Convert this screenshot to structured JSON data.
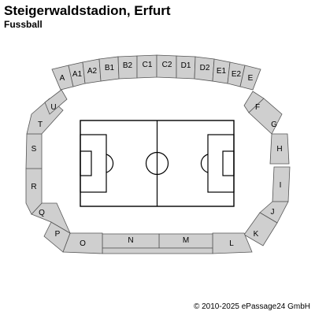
{
  "header": {
    "title": "Steigerwaldstadion, Erfurt",
    "subtitle": "Fussball"
  },
  "footer": {
    "copyright": "© 2010-2025 ePassage24 GmbH"
  },
  "colors": {
    "section_fill": "#cfcfcf",
    "section_stroke": "#555555",
    "field_line": "#000000"
  },
  "sections": [
    {
      "id": "A",
      "label": "A"
    },
    {
      "id": "A1",
      "label": "A1"
    },
    {
      "id": "A2",
      "label": "A2"
    },
    {
      "id": "B1",
      "label": "B1"
    },
    {
      "id": "B2",
      "label": "B2"
    },
    {
      "id": "C1",
      "label": "C1"
    },
    {
      "id": "C2",
      "label": "C2"
    },
    {
      "id": "D1",
      "label": "D1"
    },
    {
      "id": "D2",
      "label": "D2"
    },
    {
      "id": "E1",
      "label": "E1"
    },
    {
      "id": "E2",
      "label": "E2"
    },
    {
      "id": "E",
      "label": "E"
    },
    {
      "id": "F",
      "label": "F"
    },
    {
      "id": "G",
      "label": "G"
    },
    {
      "id": "H",
      "label": "H"
    },
    {
      "id": "I",
      "label": "I"
    },
    {
      "id": "J",
      "label": "J"
    },
    {
      "id": "K",
      "label": "K"
    },
    {
      "id": "L",
      "label": "L"
    },
    {
      "id": "M",
      "label": "M"
    },
    {
      "id": "N",
      "label": "N"
    },
    {
      "id": "O",
      "label": "O"
    },
    {
      "id": "P",
      "label": "P"
    },
    {
      "id": "Q",
      "label": "Q"
    },
    {
      "id": "R",
      "label": "R"
    },
    {
      "id": "S",
      "label": "S"
    },
    {
      "id": "T",
      "label": "T"
    },
    {
      "id": "U",
      "label": "U"
    }
  ]
}
